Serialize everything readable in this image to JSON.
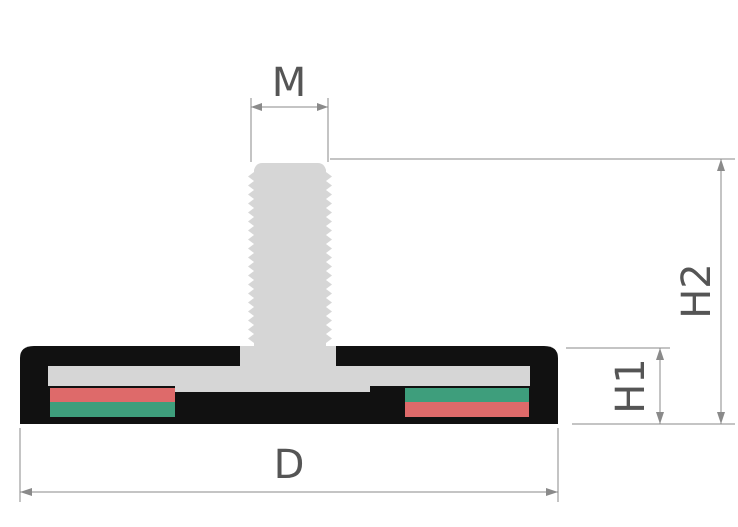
{
  "labels": {
    "thread_diameter": "M",
    "overall_height": "H2",
    "base_height": "H1",
    "base_diameter": "D"
  },
  "colors": {
    "housing": "#111111",
    "steel": "#d6d6d6",
    "magnet_red": "#de6a6a",
    "magnet_green": "#3e9e7c",
    "dimension_line": "#8a8a8a",
    "label_text": "#555555"
  }
}
